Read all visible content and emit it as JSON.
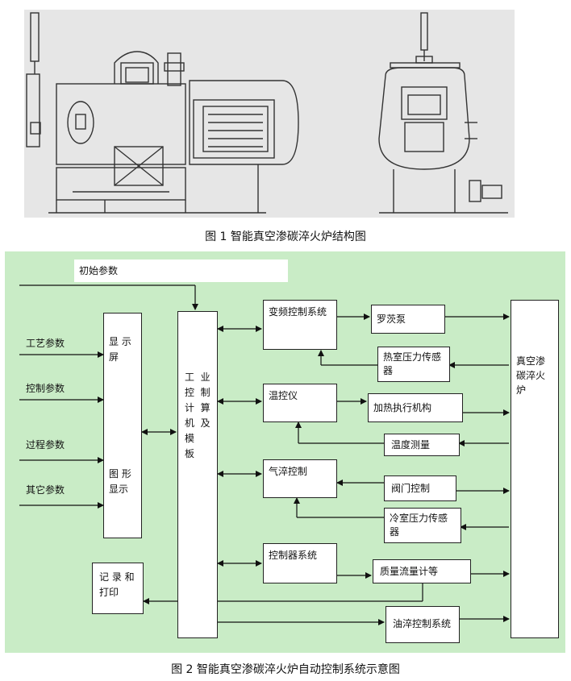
{
  "fig1": {
    "caption": "图 1  智能真空渗碳淬火炉结构图"
  },
  "fig2": {
    "caption": "图 2 智能真空渗碳淬火炉自动控制系统示意图",
    "initial_params": "初始参数",
    "inputs": [
      "工艺参数",
      "控制参数",
      "过程参数",
      "其它参数"
    ],
    "display": {
      "top": "显 示\n屏",
      "bottom": "图 形\n显示"
    },
    "computer": "工  业\n控  制\n计  算\n机  及\n模\n板",
    "modules": {
      "vfd": "变频控制系统",
      "temp": "温控仪",
      "gas": "气淬控制",
      "ctrl": "控制器系统",
      "record": "记 录 和\n打印",
      "oil": "油淬控制系统"
    },
    "devices": {
      "pump": "罗茨泵",
      "hot_pressure": "热室压力传感\n器",
      "heater": "加热执行机构",
      "temp_measure": "温度测量",
      "valve": "阀门控制",
      "cold_pressure": "冷室压力传感\n器",
      "mass_flow": "质量流量计等"
    },
    "furnace": "真空渗\n碳淬火\n炉"
  }
}
